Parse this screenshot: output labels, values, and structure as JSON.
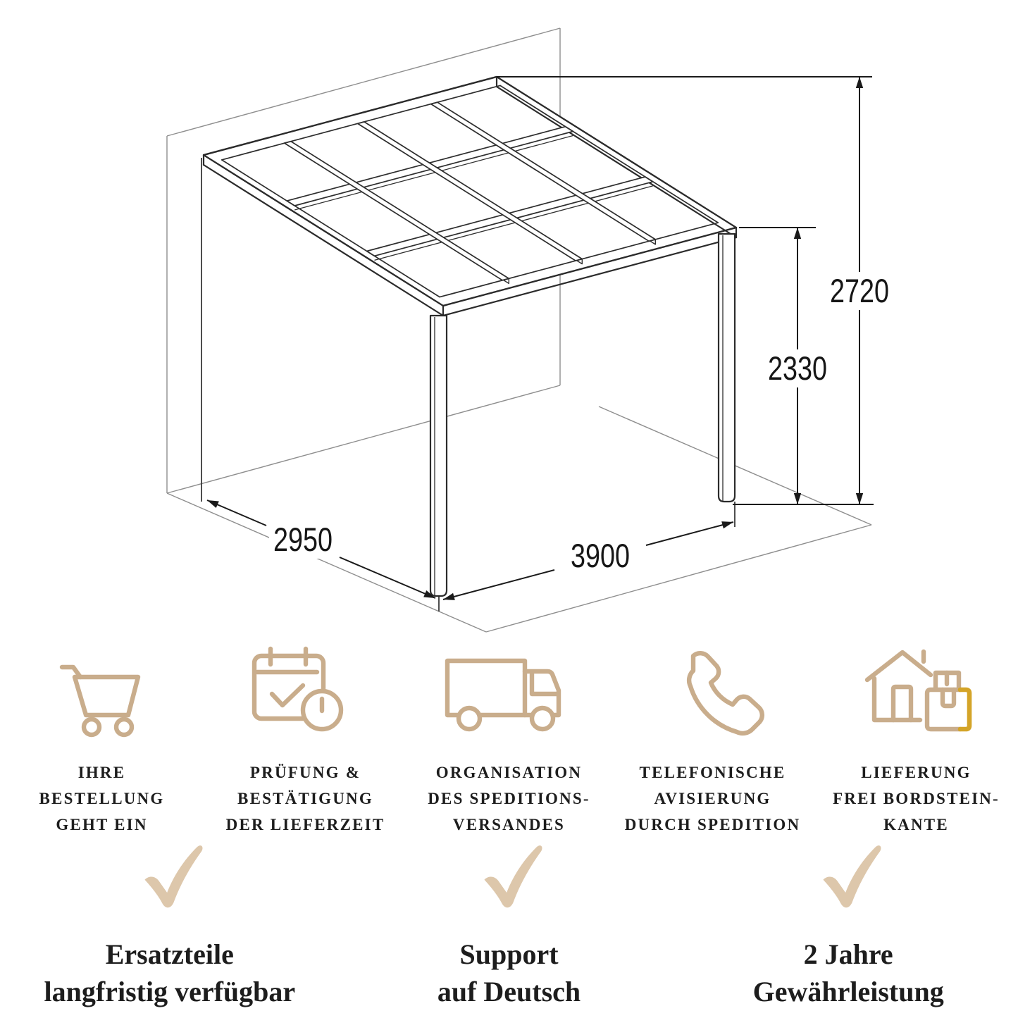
{
  "diagram": {
    "description": "terrace-canopy-dimension-drawing",
    "dimensions": {
      "height_total": "2720",
      "height_post": "2330",
      "depth": "2950",
      "width": "3900"
    }
  },
  "features": [
    {
      "icon": "cart-icon",
      "lines": [
        "IHRE",
        "BESTELLUNG",
        "GEHT EIN"
      ]
    },
    {
      "icon": "calendar-check-icon",
      "lines": [
        "PRÜFUNG &",
        "BESTÄTIGUNG",
        "DER LIEFERZEIT"
      ]
    },
    {
      "icon": "truck-icon",
      "lines": [
        "ORGANISATION",
        "DES SPEDITIONS-",
        "VERSANDES"
      ]
    },
    {
      "icon": "phone-icon",
      "lines": [
        "TELEFONISCHE",
        "AVISIERUNG",
        "DURCH SPEDITION"
      ]
    },
    {
      "icon": "house-delivery-icon",
      "lines": [
        "LIEFERUNG",
        "FREI BORDSTEIN-",
        "KANTE"
      ]
    }
  ],
  "assurances": [
    {
      "lines": [
        "Ersatzteile",
        "langfristig verfügbar"
      ]
    },
    {
      "lines": [
        "Support",
        "auf Deutsch"
      ]
    },
    {
      "lines": [
        "2 Jahre",
        "Gewährleistung"
      ]
    }
  ],
  "colors": {
    "icon_stroke": "#c9ad8c",
    "accent_gold": "#d4a428",
    "check_fill": "#ddc7ab",
    "line_dark": "#2b2b2b",
    "line_thin": "#8e8e8e",
    "text": "#1d1d1d"
  }
}
